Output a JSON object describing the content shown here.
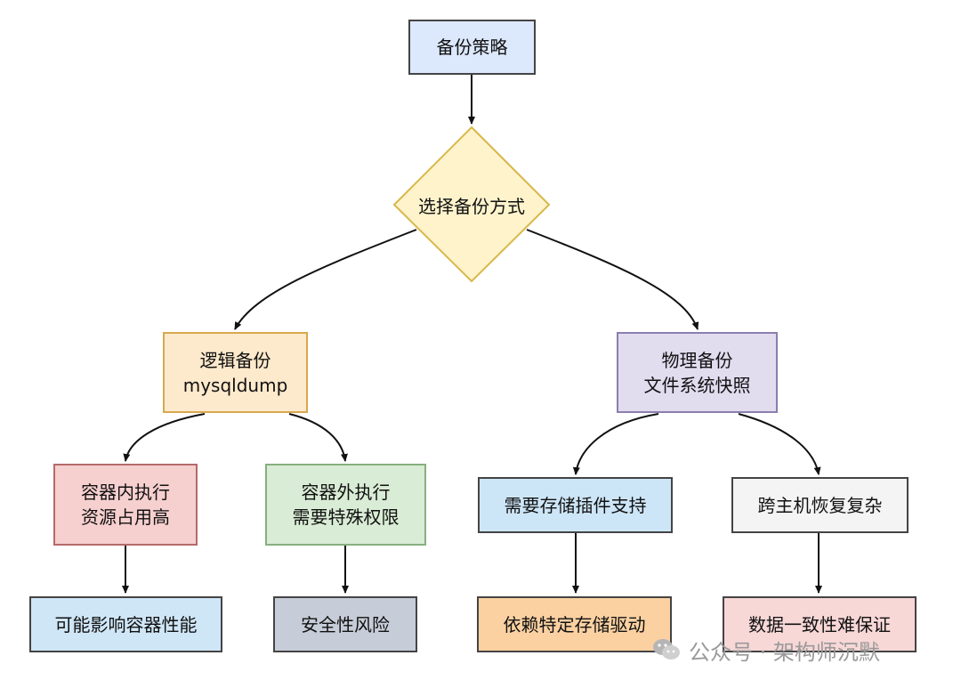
{
  "diagram": {
    "root": "备份策略",
    "decision": "选择备份方式",
    "logical": {
      "line1": "逻辑备份",
      "line2": "mysqldump"
    },
    "physical": {
      "line1": "物理备份",
      "line2": "文件系统快照"
    },
    "inside": {
      "line1": "容器内执行",
      "line2": "资源占用高"
    },
    "outside": {
      "line1": "容器外执行",
      "line2": "需要特殊权限"
    },
    "plugin": "需要存储插件支持",
    "cross_host": "跨主机恢复复杂",
    "perf_impact": "可能影响容器性能",
    "security_risk": "安全性风险",
    "driver_dep": "依赖特定存储驱动",
    "consistency": "数据一致性难保证"
  },
  "colors": {
    "root": "#dce8fb",
    "decision": "#fff3cc",
    "logical": "#fde9cc",
    "physical": "#e2dcef",
    "inside": "#f6cfcf",
    "outside": "#d9ecd5",
    "plugin": "#cde6f7",
    "cross_host": "#f4f4f4",
    "perf_impact": "#cfe6f7",
    "security_risk": "#c7cdd8",
    "driver_dep": "#fbd1a2",
    "consistency": "#f8d7d7",
    "border": "#444444",
    "diamond_border": "#d8b84a"
  },
  "watermark": {
    "text": "公众号 · 架构师沉默",
    "icon": "wechat-icon"
  }
}
